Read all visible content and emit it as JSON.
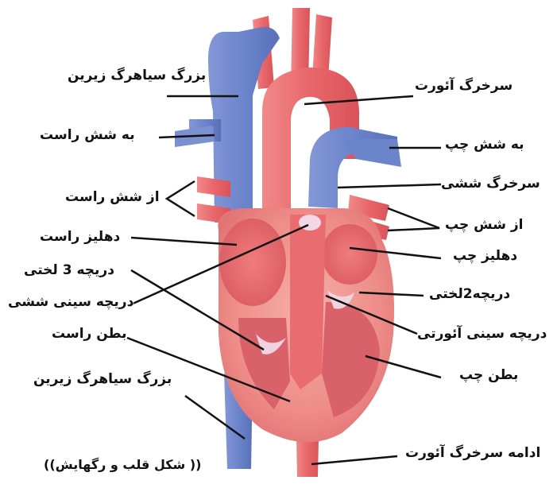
{
  "diagram": {
    "caption": "(( شکل قلب و رگهایش))",
    "labels": {
      "superior_vena_cava": "بزرگ سیاهرگ زیرین",
      "to_right_lung": "به شش راست",
      "from_right_lung": "از شش راست",
      "right_atrium": "دهلیز راست",
      "tricuspid_valve": "دریچه 3 لختی",
      "pulmonary_semilunar": "دریچه سینی ششی",
      "right_ventricle": "بطن راست",
      "inferior_vena_cava": "بزرگ سیاهرگ زیرین",
      "aorta": "سرخرگ آئورت",
      "to_left_lung": "به شش چپ",
      "pulmonary_artery": "سرخرگ ششی",
      "from_left_lung": "از شش چپ",
      "left_atrium": "دهلیز چپ",
      "mitral_valve": "دریچه2لختی",
      "aortic_semilunar": "دریچه سینی آئورتی",
      "left_ventricle": "بطن چپ",
      "aorta_continuation": "ادامه سرخرگ آئورت"
    },
    "colors": {
      "vein_blue": "#6f86c9",
      "artery_red": "#e8666a",
      "heart_muscle": "#ef8f8c",
      "leader_line": "#111111"
    }
  }
}
